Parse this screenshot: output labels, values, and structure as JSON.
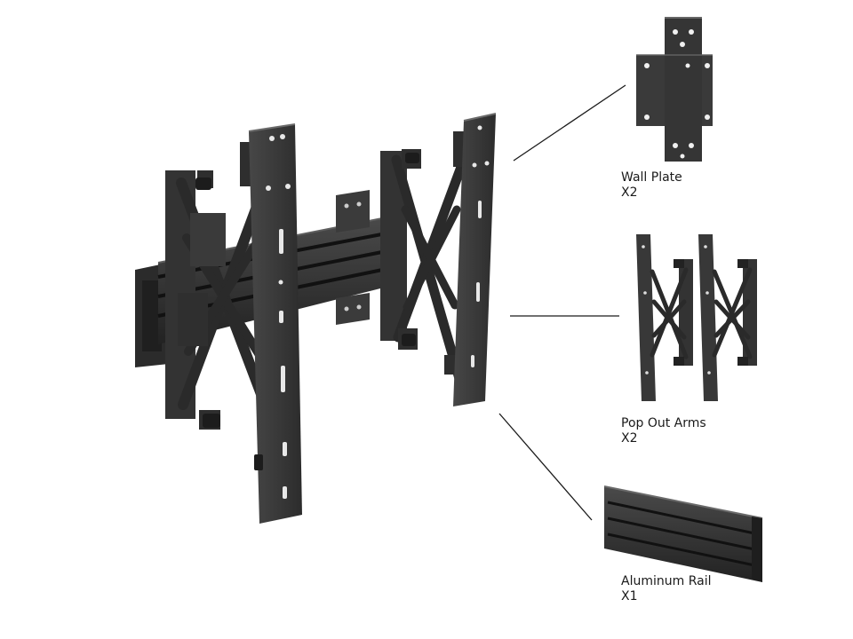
{
  "components": [
    {
      "id": "wall-plate",
      "name": "Wall Plate",
      "quantity": "X2"
    },
    {
      "id": "pop-out-arms",
      "name": "Pop Out Arms",
      "quantity": "X2"
    },
    {
      "id": "aluminum-rail",
      "name": "Aluminum Rail",
      "quantity": "X1"
    }
  ],
  "colors": {
    "metal": "#3a3a3a",
    "metal_dark": "#262626",
    "metal_light": "#5a5a5a",
    "hole": "#f2f2f2",
    "leader": "#1a1a1a",
    "text": "#1a1a1a"
  }
}
